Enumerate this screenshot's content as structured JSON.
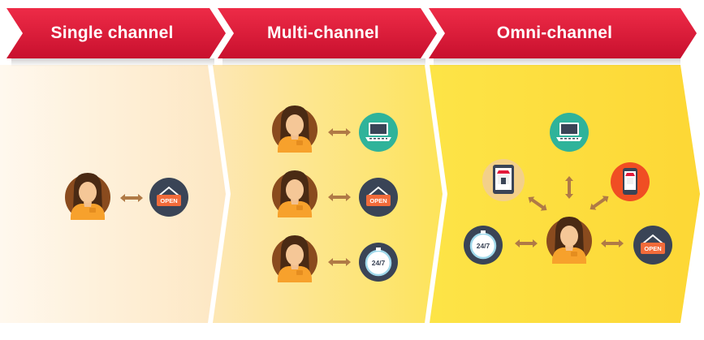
{
  "headers": [
    "Single channel",
    "Multi-channel",
    "Omni-channel"
  ],
  "badges": {
    "open": "OPEN",
    "hours": "24/7"
  },
  "colors": {
    "header_red": "#e3193a",
    "header_red_dark": "#b80f2b",
    "panel_yellow": "#fde04c",
    "person_circle": "#8a4b1e",
    "person_shirt": "#f7a12c",
    "arrow": "#b07a46",
    "icon_dark": "#3a4456",
    "icon_teal": "#2fb39a",
    "icon_orange_red": "#f04e23",
    "icon_sand": "#f3d08a",
    "sign_orange": "#f26b3a"
  }
}
